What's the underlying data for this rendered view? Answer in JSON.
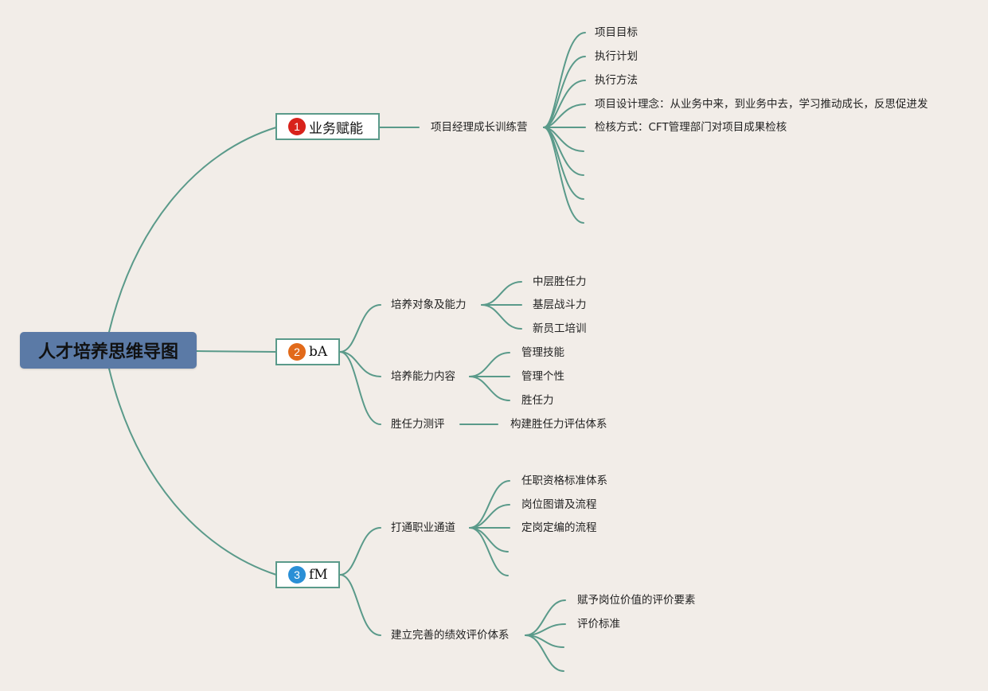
{
  "root": {
    "label": "人才培养思维导图"
  },
  "branches": [
    {
      "num": "1",
      "color": "#d8221b",
      "label": "业务赋能",
      "children": [
        {
          "label": "项目经理成长训练营",
          "children": [
            "项目目标",
            "执行计划",
            "执行方法",
            "项目设计理念：从业务中来，到业务中去，学习推动成长，反思促进发",
            "检核方式：CFT管理部门对项目成果检核",
            "",
            "",
            "",
            ""
          ]
        }
      ]
    },
    {
      "num": "2",
      "color": "#e26a1a",
      "label": "bA",
      "children": [
        {
          "label": "培养对象及能力",
          "children": [
            "中层胜任力",
            "基层战斗力",
            "新员工培训"
          ]
        },
        {
          "label": "培养能力内容",
          "children": [
            "管理技能",
            "管理个性",
            "胜任力"
          ]
        },
        {
          "label": "胜任力测评",
          "children": [
            "构建胜任力评估体系"
          ]
        }
      ]
    },
    {
      "num": "3",
      "color": "#2a8fd6",
      "label": "fM",
      "children": [
        {
          "label": "打通职业通道",
          "children": [
            "任职资格标准体系",
            "岗位图谱及流程",
            "定岗定编的流程",
            "",
            ""
          ]
        },
        {
          "label": "建立完善的绩效评价体系",
          "children": [
            "赋予岗位价值的评价要素",
            "评价标准",
            "",
            ""
          ]
        }
      ]
    }
  ]
}
